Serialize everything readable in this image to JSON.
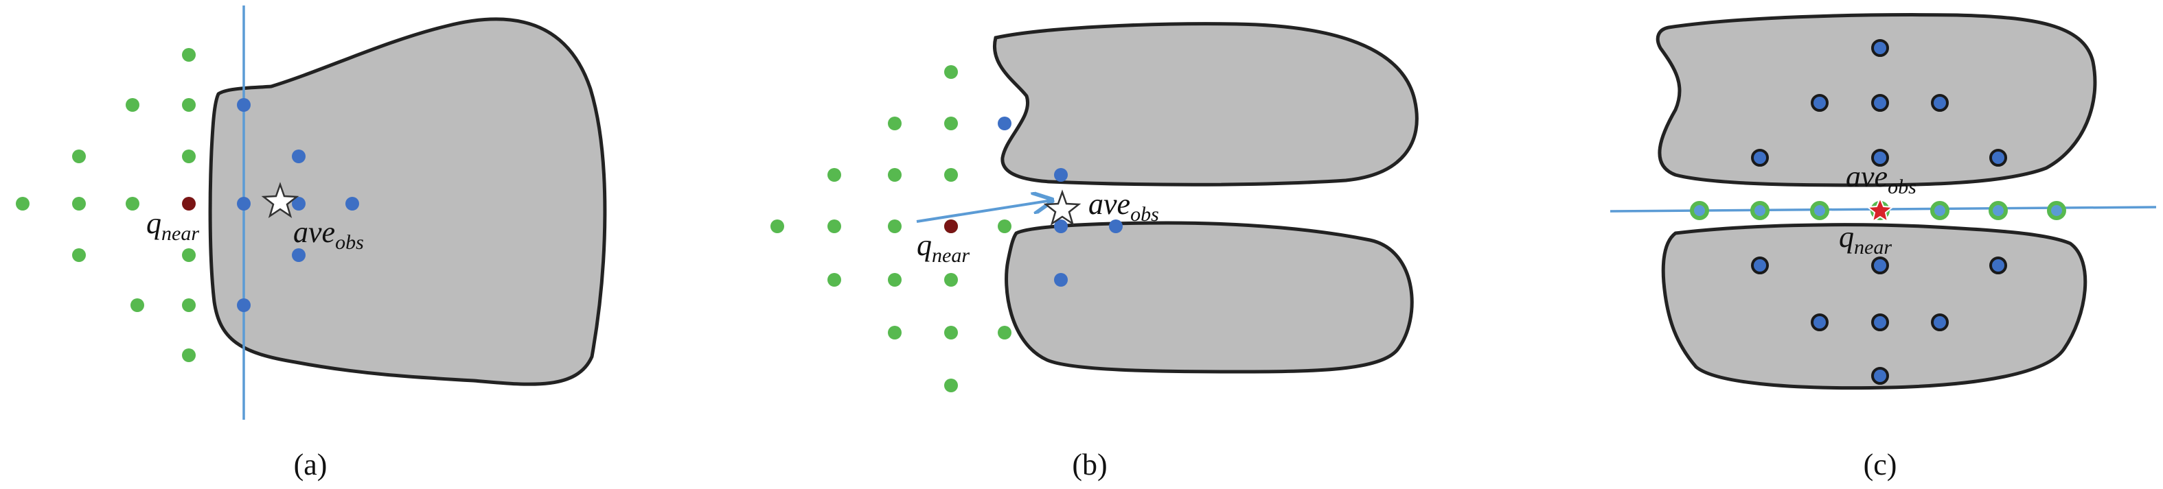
{
  "colors": {
    "obstacle_fill": "#bcbcbc",
    "obstacle_stroke": "#222222",
    "free_point": "#57b94f",
    "obstacle_point": "#3d6fc4",
    "query_point": "#7a1515",
    "line": "#5b9bd5",
    "star_fill": "#ffffff",
    "star_stroke": "#333333",
    "star_red": "#d8232a"
  },
  "icons": {
    "average_marker": "star-icon"
  },
  "labels": {
    "ave": "ave",
    "obs_subscript": "obs",
    "q": "q",
    "near_subscript": "near"
  },
  "panels": [
    {
      "caption": "(a)"
    },
    {
      "caption": "(b)"
    },
    {
      "caption": "(c)"
    }
  ]
}
